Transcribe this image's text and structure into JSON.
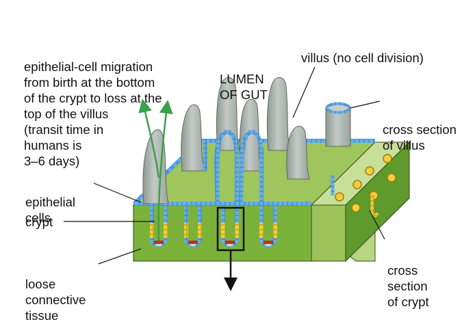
{
  "labels": {
    "migration": [
      "epithelial-cell migration",
      "from birth at the bottom",
      "of the crypt to loss at the",
      "top of the villus",
      "(transit time in",
      "humans is",
      "3–6 days)"
    ],
    "lumen": [
      "LUMEN",
      "OF GUT"
    ],
    "villus": "villus (no cell division)",
    "cross_villus": [
      "cross section",
      "of villus"
    ],
    "epithelial": [
      "epithelial",
      "cells"
    ],
    "crypt": "crypt",
    "connective": [
      "loose",
      "connective",
      "tissue"
    ],
    "cross_crypt": [
      "cross",
      "section",
      "of crypt"
    ]
  },
  "colors": {
    "tissue_green": "#7bb23a",
    "tissue_side": "#4f8a22",
    "tissue_light": "#c8df9a",
    "villus_gray": "#a9b2ad",
    "epithelial_blue": "#3f8fd0",
    "crypt_yellow": "#f2cf3a",
    "stem_red": "#b5322a",
    "arrow_green": "#3aa04a"
  }
}
